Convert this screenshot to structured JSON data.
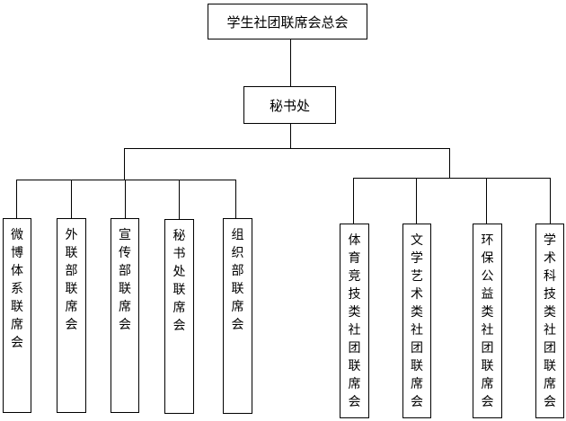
{
  "root": {
    "label": "学生社团联席会总会"
  },
  "secretariat": {
    "label": "秘书处"
  },
  "left_group": [
    {
      "label": "微博体系联席会"
    },
    {
      "label": "外联部联席会"
    },
    {
      "label": "宣传部联席会"
    },
    {
      "label": "秘书处联席会"
    },
    {
      "label": "组织部联席会"
    }
  ],
  "right_group": [
    {
      "label": "体育竞技类社团联席会"
    },
    {
      "label": "文学艺术类社团联席会"
    },
    {
      "label": "环保公益类社团联席会"
    },
    {
      "label": "学术科技类社团联席会"
    }
  ]
}
